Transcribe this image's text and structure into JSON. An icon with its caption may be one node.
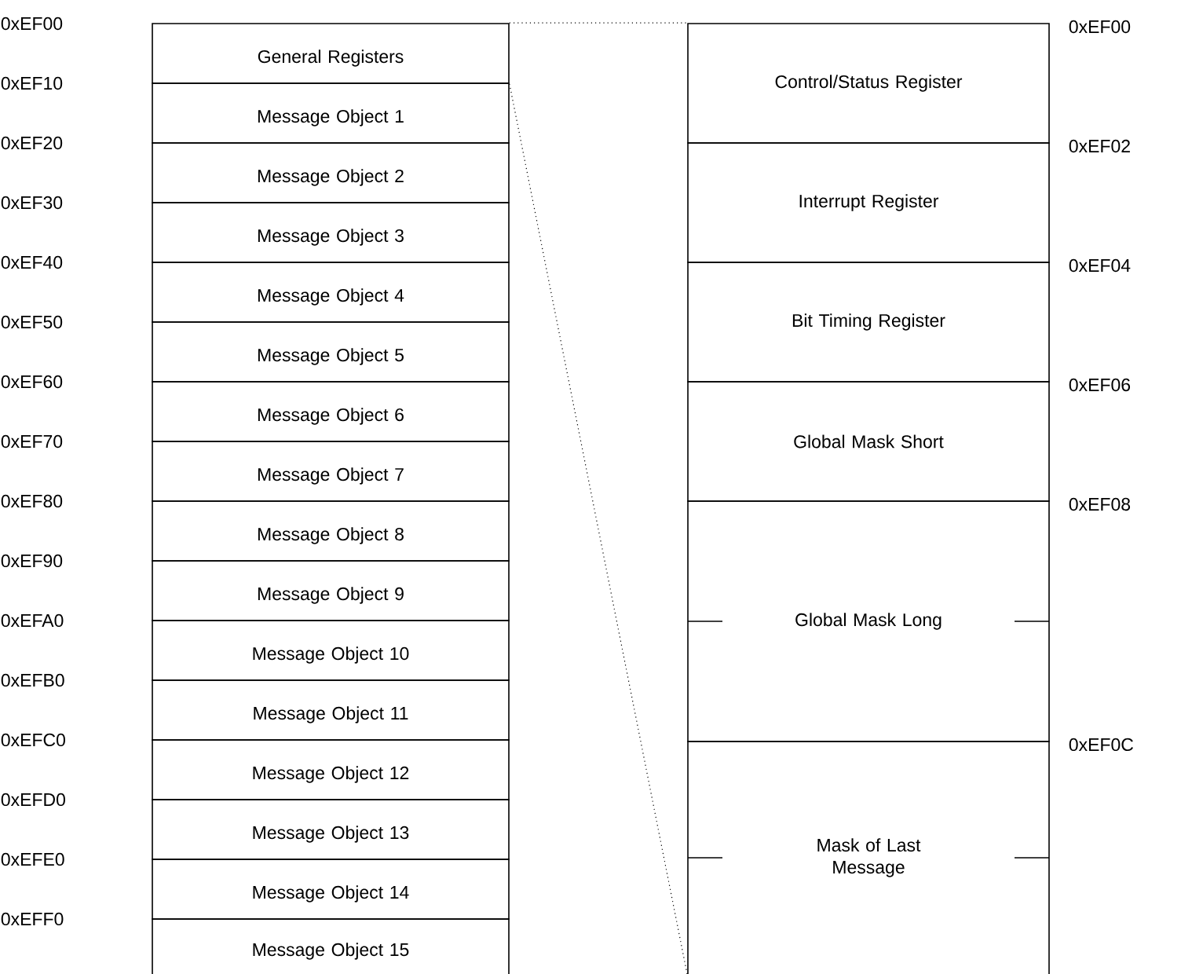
{
  "diagram": {
    "nodes": [
      {
        "text": [
          "General Registers"
        ]
      },
      {
        "text": [
          "Message Object 1"
        ]
      },
      {
        "text": [
          "Message Object 2"
        ]
      },
      {
        "text": [
          "Message Object 3"
        ]
      },
      {
        "text": [
          "Message Object 4"
        ]
      },
      {
        "text": [
          "Message Object 5"
        ]
      },
      {
        "text": [
          "Message Object 6"
        ]
      },
      {
        "text": [
          "Message Object 7"
        ]
      },
      {
        "text": [
          "Message Object 8"
        ]
      },
      {
        "text": [
          "Message Object 9"
        ]
      },
      {
        "text": [
          "Message Object 10"
        ]
      },
      {
        "text": [
          "Message Object 11"
        ]
      },
      {
        "text": [
          "Message Object 12"
        ]
      },
      {
        "text": [
          "Message Object 13"
        ]
      },
      {
        "text": [
          "Message Object 14"
        ]
      },
      {
        "text": [
          "Message Object 15"
        ]
      },
      {
        "text": [
          "Control/Status Register"
        ]
      },
      {
        "text": [
          "Interrupt Register"
        ]
      },
      {
        "text": [
          "Bit Timing Register"
        ]
      },
      {
        "text": [
          "Global Mask Short"
        ]
      },
      {
        "text": [
          "Global Mask Long"
        ]
      },
      {
        "text": [
          "Mask of Last Message"
        ]
      }
    ],
    "edges": [
      {
        "from": 0,
        "to": 16,
        "arrow": "none",
        "style": "dashed"
      },
      {
        "from": 0,
        "to": 21,
        "arrow": "none",
        "style": "dashed"
      }
    ],
    "labels": [
      "0xEF00",
      "0xEF10",
      "0xEF20",
      "0xEF30",
      "0xEF40",
      "0xEF50",
      "0xEF60",
      "0xEF70",
      "0xEF80",
      "0xEF90",
      "0xEFA0",
      "0xEFB0",
      "0xEFC0",
      "0xEFD0",
      "0xEFE0",
      "0xEFF0",
      "0xEF00",
      "0xEF02",
      "0xEF04",
      "0xEF06",
      "0xEF08",
      "0xEF0C"
    ]
  }
}
